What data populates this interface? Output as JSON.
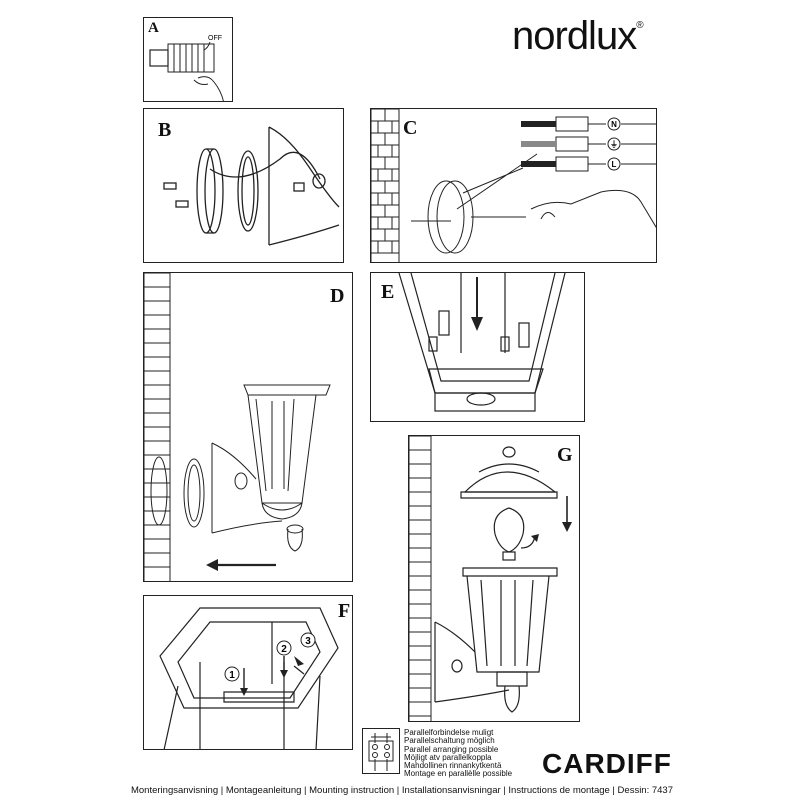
{
  "brand": {
    "name": "nordlux",
    "reg": "®"
  },
  "product": "CARDIFF",
  "footer": "Monteringsanvisning | Montageanleitung | Mounting instruction | Installationsanvisningar | Instructions de montage | Dessin: 7437",
  "panels": {
    "a": {
      "label": "A",
      "off": "OFF"
    },
    "b": {
      "label": "B"
    },
    "c": {
      "label": "C",
      "terminals": [
        "N",
        "⏚",
        "L"
      ]
    },
    "d": {
      "label": "D"
    },
    "e": {
      "label": "E"
    },
    "f": {
      "label": "F",
      "steps": [
        "1",
        "2",
        "3"
      ]
    },
    "g": {
      "label": "G"
    }
  },
  "parallel_notes": [
    "Parallelforbindelse muligt",
    "Parallelschaltung möglich",
    "Parallel arranging possible",
    "Möjligt atv parallelkoppla",
    "Mahdollinen rinnankytkentä",
    "Montage en parallèlle possible"
  ],
  "colors": {
    "line": "#222222",
    "background": "#ffffff"
  }
}
